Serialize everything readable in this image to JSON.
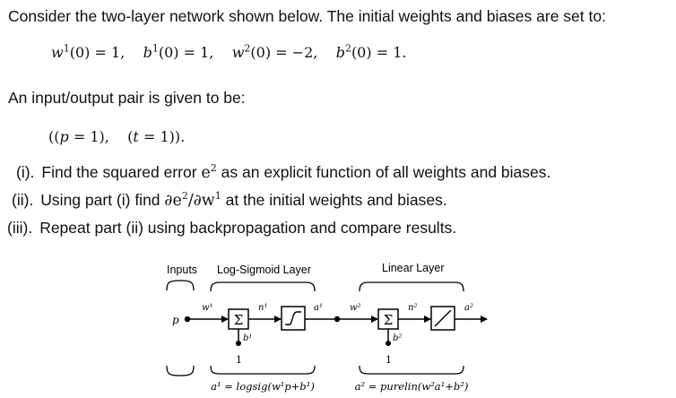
{
  "problem": {
    "intro": "Consider the two-layer network shown below. The initial weights and biases are set to:",
    "initial_values": {
      "w1": "1",
      "b1": "1",
      "w2": "−2",
      "b2": "1"
    },
    "pair_label": "An input/output pair is given to be:",
    "pair": {
      "p": "1",
      "t": "1"
    },
    "questions": [
      {
        "num": "(i).",
        "text_a": "Find the squared error ",
        "text_b": " as an explicit function of all weights and biases."
      },
      {
        "num": "(ii).",
        "text_a": "Using part (i) find ",
        "text_b": " at the initial weights and biases."
      },
      {
        "num": "(iii).",
        "text_a": "Repeat part (ii) using backpropagation and compare results.",
        "text_b": ""
      }
    ]
  },
  "diagram": {
    "headers": {
      "inputs": "Inputs",
      "layer1": "Log-Sigmoid Layer",
      "layer2": "Linear Layer"
    },
    "labels": {
      "p": "p",
      "w1": "w¹",
      "n1": "n¹",
      "a1": "a¹",
      "b1": "b¹",
      "one1": "1",
      "w2": "w²",
      "n2": "n²",
      "a2": "a²",
      "b2": "b²",
      "one2": "1",
      "sigma": "Σ"
    },
    "equations": {
      "layer1": "a¹ = logsig(w¹p+b¹)",
      "layer2": "a² = purelin(w²a¹+b²)"
    }
  }
}
